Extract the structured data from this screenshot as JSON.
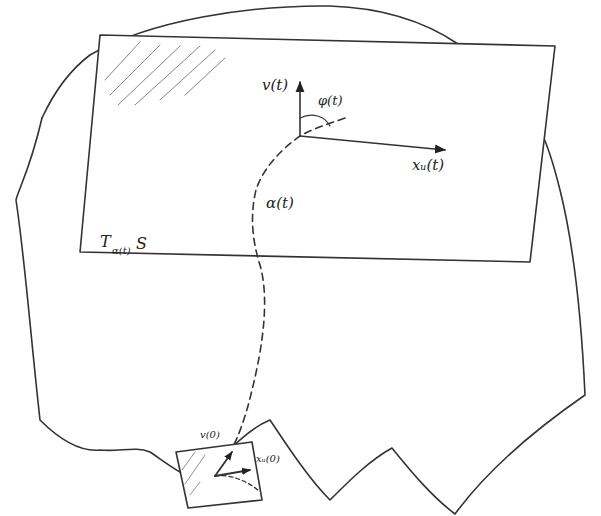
{
  "diagram": {
    "labels": [
      "v(t)",
      "φ(t)",
      "α(t)",
      "xᵤ(t)",
      "T",
      "α(t)",
      "S",
      "v(0)",
      "xᵤ(0)"
    ]
  }
}
